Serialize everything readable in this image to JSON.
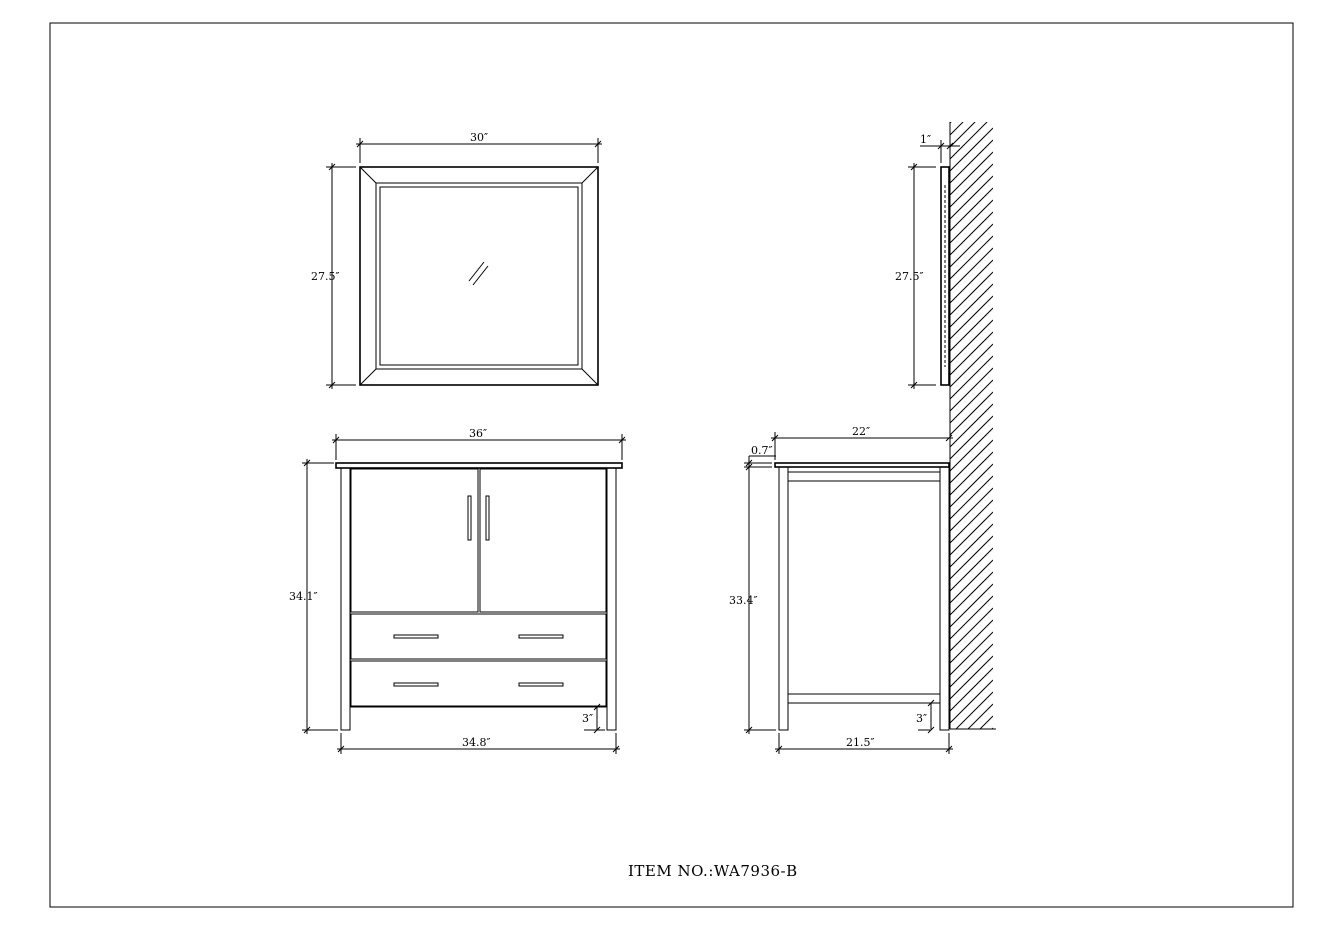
{
  "mirror_front": {
    "width_label": "30″",
    "height_label": "27.5″"
  },
  "mirror_side": {
    "depth_label": "1″",
    "height_label": "27.5″"
  },
  "vanity_front": {
    "top_width_label": "36″",
    "height_label": "34.1″",
    "bottom_width_label": "34.8″",
    "toe_label": "3″"
  },
  "vanity_side": {
    "top_depth_label": "22″",
    "top_thickness_label": "0.7″",
    "height_label": "33.4″",
    "bottom_depth_label": "21.5″",
    "toe_label": "3″"
  },
  "item_number": "ITEM NO.:WA7936-B"
}
